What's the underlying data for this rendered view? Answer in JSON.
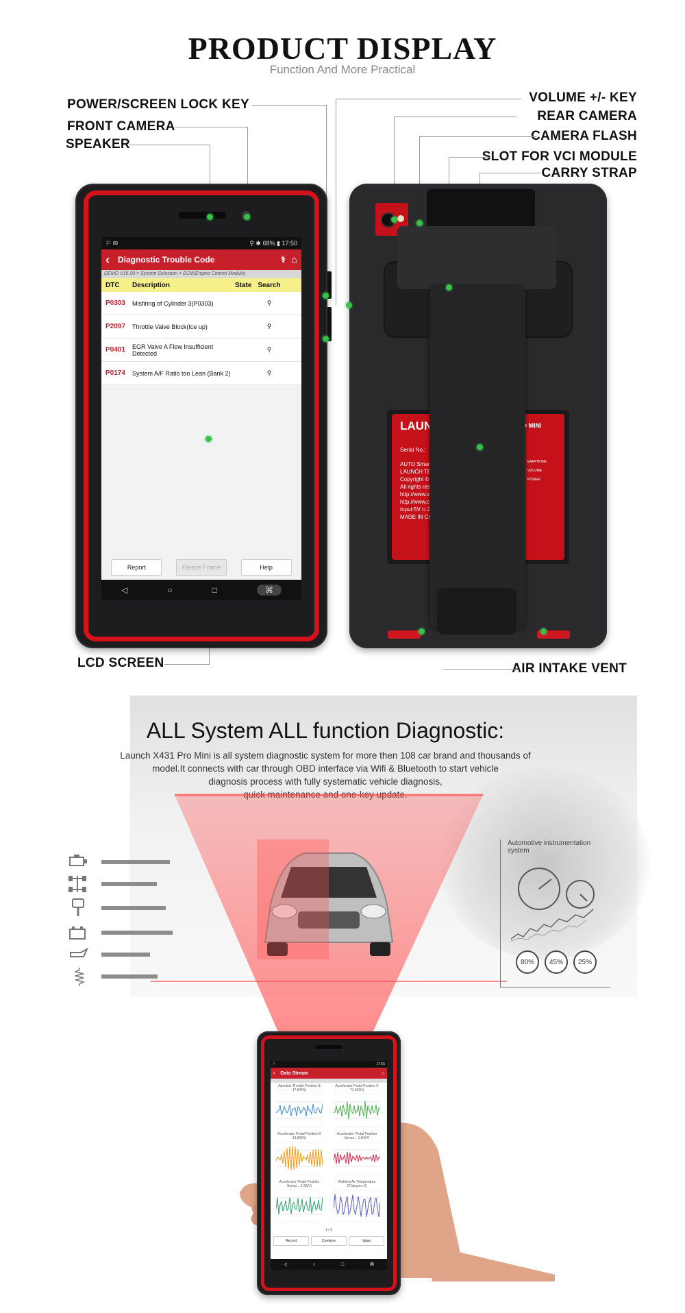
{
  "header": {
    "title": "PRODUCT DISPLAY",
    "subtitle": "Function And More Practical"
  },
  "callouts": {
    "power_key": "POWER/SCREEN LOCK KEY",
    "front_camera": "FRONT CAMERA",
    "speaker": "SPEAKER",
    "volume_key": "VOLUME +/- KEY",
    "rear_camera": "REAR CAMERA",
    "camera_flash": "CAMERA FLASH",
    "vci_slot": "SLOT FOR VCI MODULE",
    "carry_strap": "CARRY STRAP",
    "lcd_screen": "LCD SCREEN",
    "air_vent": "AIR INTAKE VENT"
  },
  "front_screen": {
    "status_time": "17:50",
    "status_battery": "68%",
    "app_title": "Diagnostic Trouble Code",
    "breadcrumb": "DEMO V15.00 > System Selection > ECM(Engine Control Module)",
    "columns": [
      "DTC",
      "Description",
      "State",
      "Search"
    ],
    "rows": [
      {
        "code": "P0303",
        "desc": "Misfiring of Cylinder 3(P0303)"
      },
      {
        "code": "P2097",
        "desc": "Throttle Valve Block(Ice up)"
      },
      {
        "code": "P0401",
        "desc": "EGR Valve A Flow Insufficient Detected"
      },
      {
        "code": "P0174",
        "desc": "System A/F Ratio too Lean (Bank 2)"
      }
    ],
    "buttons": {
      "report": "Report",
      "freeze": "Freeze Frame",
      "help": "Help"
    }
  },
  "rear_label": {
    "brand": "LAUNC",
    "model_suffix": "O MINI",
    "serial_label": "Serial No.:",
    "lines": [
      "AUTO Smart D",
      "LAUNCH TE",
      "Copyright © 2016",
      "All rights reserved",
      "http://www.x4",
      "http://www.cnl",
      "Input:5V ═ 2A",
      "MADE IN CHINA"
    ],
    "side_labels": [
      "EARPHONE",
      "VOLUME",
      "POWER"
    ]
  },
  "section2": {
    "heading": "ALL System ALL function Diagnostic:",
    "paragraph_lines": [
      "Launch X431 Pro Mini is all system diagnostic system for more then 108 car brand and thousands of",
      "model.It connects with car through OBD interface via Wifi & Bluetooth to start vehicle",
      "diagnosis process with fully systematic vehicle diagnosis,",
      "quick maintenance and one-key update."
    ],
    "instrument_label": "Automotive instrumentation system",
    "percentages": [
      "80%",
      "45%",
      "25%"
    ],
    "system_icons": [
      "engine-icon",
      "chassis-icon",
      "piston-icon",
      "battery-icon",
      "oil-can-icon",
      "spring-icon"
    ],
    "system_bar_fractions": [
      0.82,
      0.66,
      0.77,
      0.85,
      0.58,
      0.67
    ]
  },
  "stream_screen": {
    "status_time": "17:55",
    "app_title": "Data Stream",
    "panels": [
      {
        "label": "Absolute Throttle Position B",
        "value": "17.84(%)",
        "color": "#3b8fd6"
      },
      {
        "label": "Accelerator Pedal Position E",
        "value": "71.59(%)",
        "color": "#46b34a"
      },
      {
        "label": "Accelerator Pedal Position D",
        "value": "13.89(%)",
        "color": "#f39a12"
      },
      {
        "label": "Accelerator Pedal Position Senso...",
        "value": "1.84(V)",
        "color": "#d8284b"
      },
      {
        "label": "Accelerator Pedal Position Senso...",
        "value": "3.23(V)",
        "color": "#2aa56b"
      },
      {
        "label": "Ambient Air Temperature",
        "value": "27(degree C)",
        "color": "#5a5fc8"
      }
    ],
    "page": "1 / 2",
    "buttons": {
      "record": "Record",
      "combine": "Combine",
      "value": "Value"
    }
  },
  "colors": {
    "brand_red": "#d4121c",
    "header_red": "#c8202a",
    "highlight_yellow": "#f7ef8a",
    "leader_dot": "#39c24a"
  }
}
